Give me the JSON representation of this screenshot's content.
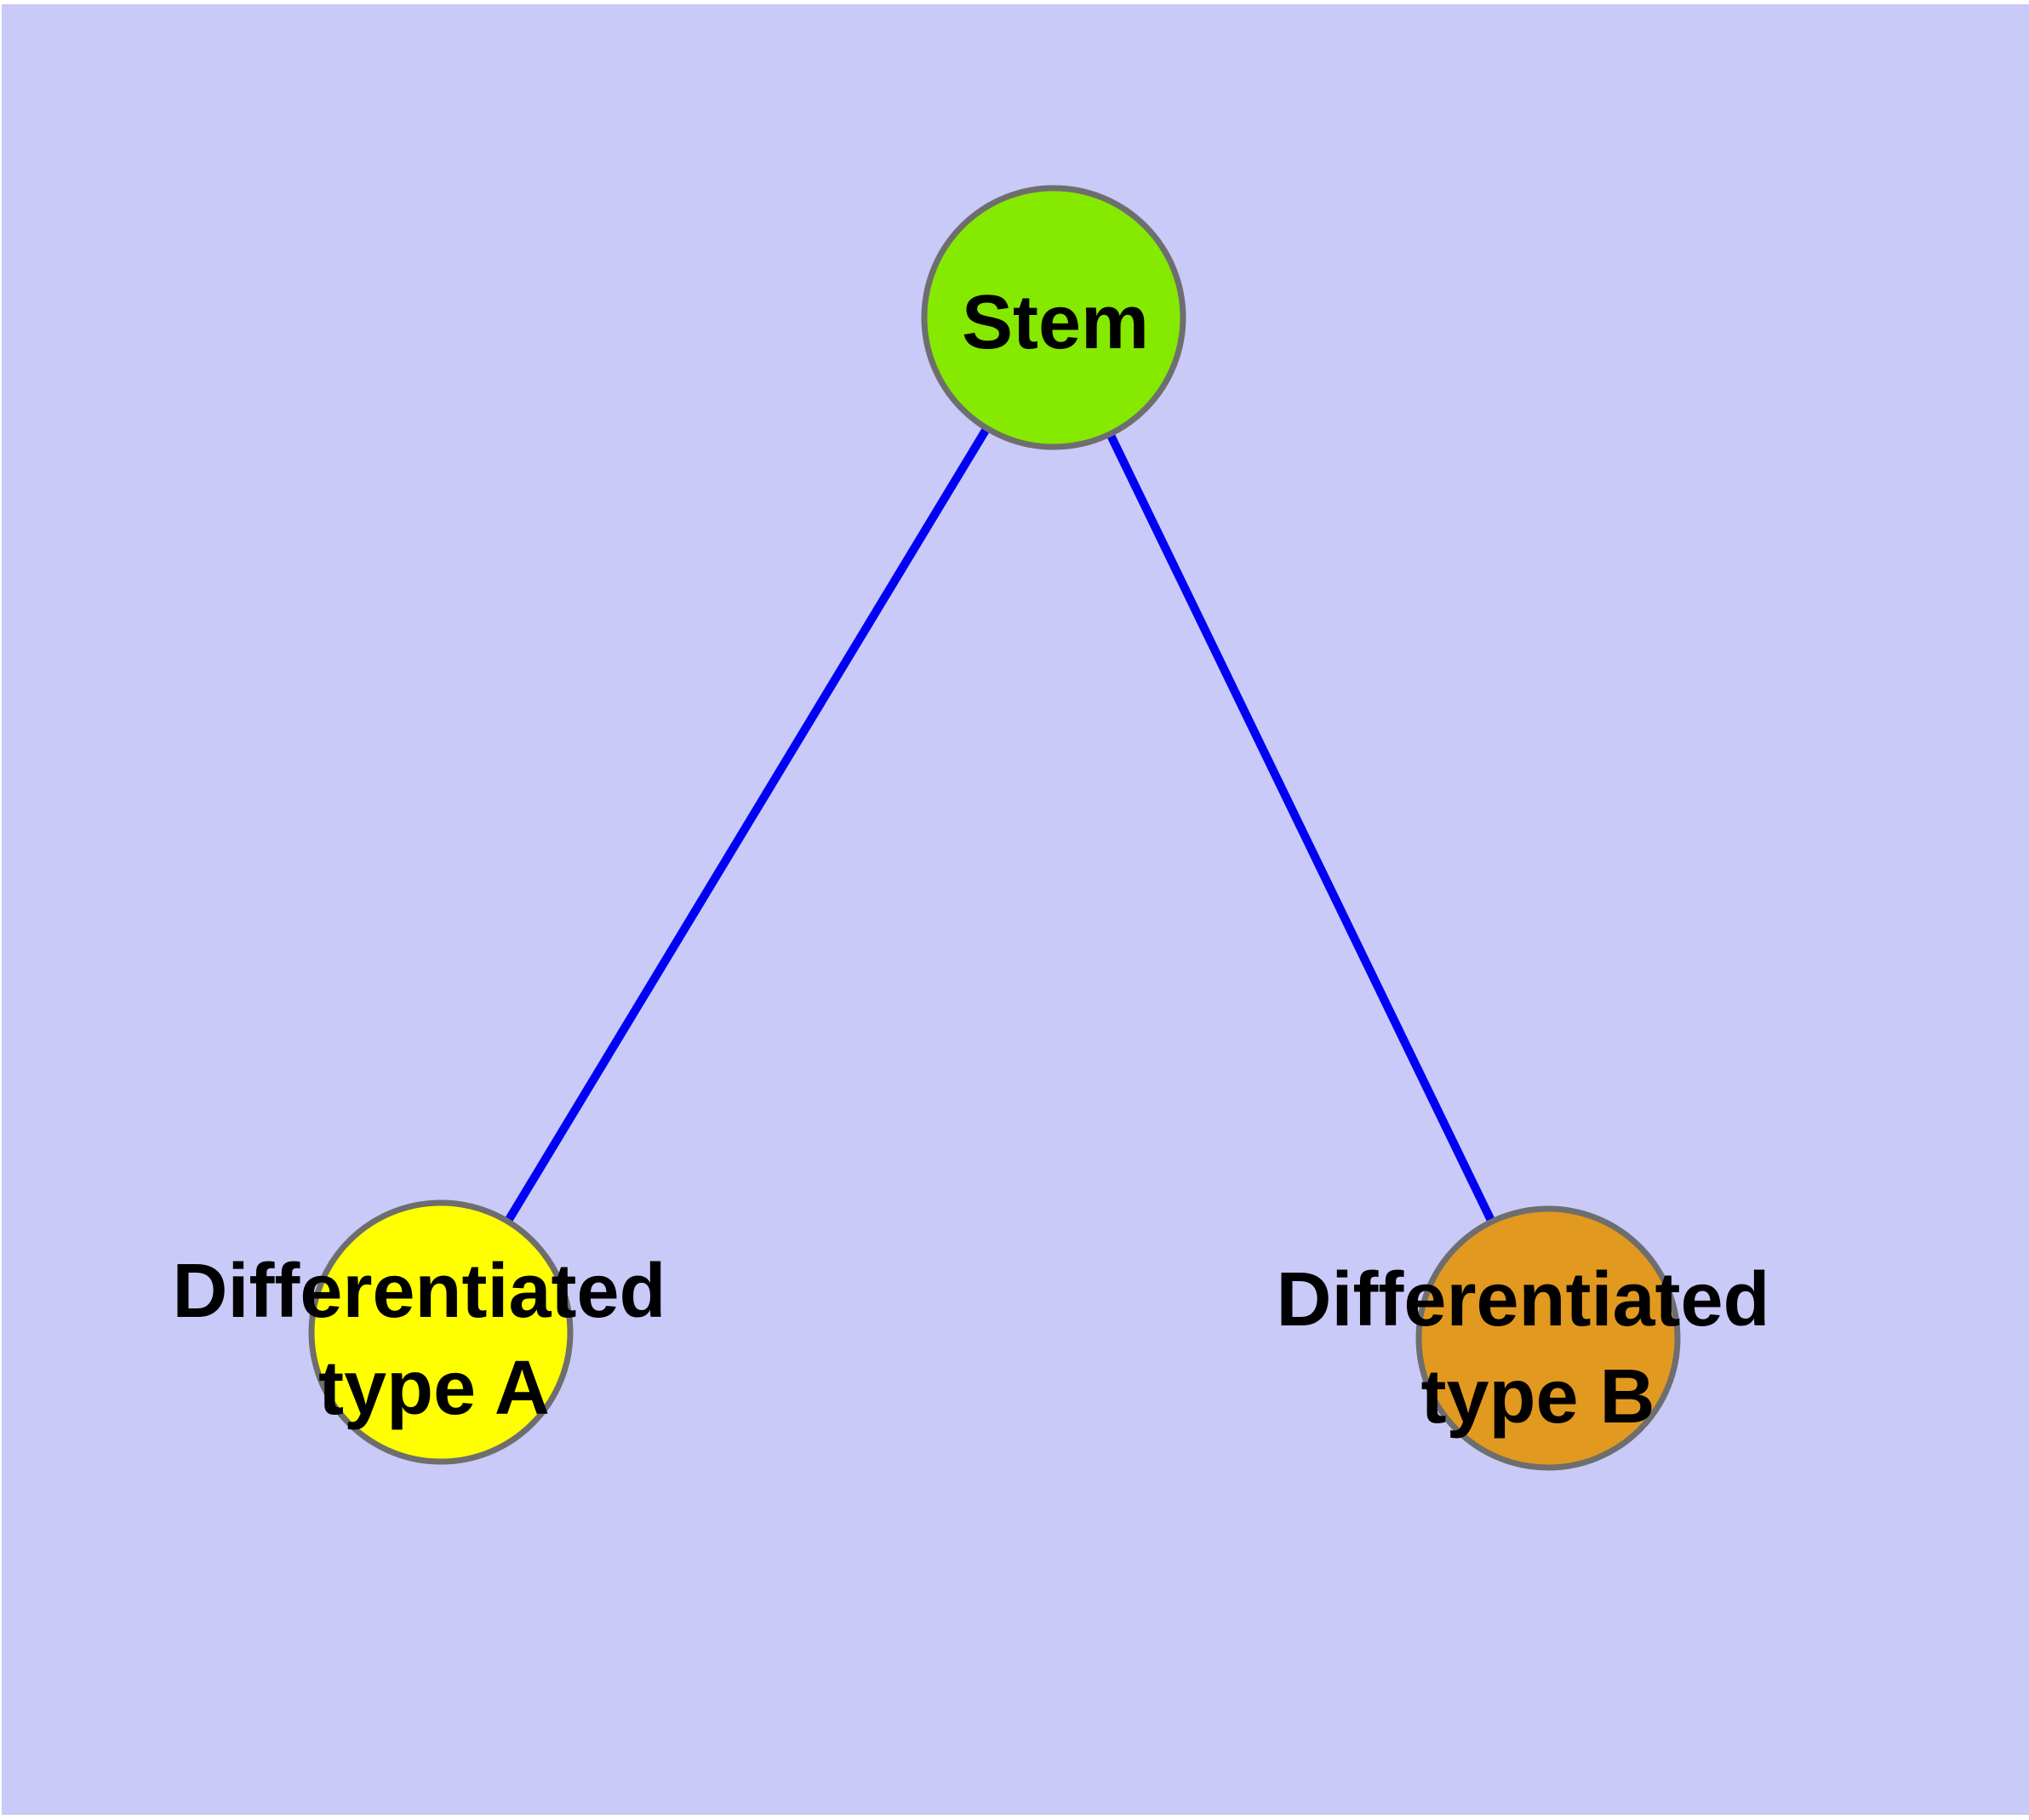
{
  "diagram": {
    "type": "graph",
    "background_color": "#CACAF8",
    "frame_color": "#FFFFFF",
    "edge_color": "#0000F5",
    "node_border_color": "#6E6E6E",
    "nodes": [
      {
        "id": "stem",
        "label": "Stem",
        "label_lines": [
          "Stem"
        ],
        "color": "#86E900"
      },
      {
        "id": "differentiated-type-a",
        "label": "Differentiated type A",
        "label_lines": [
          "Differentiated",
          "type A"
        ],
        "color": "#FFFF00"
      },
      {
        "id": "differentiated-type-b",
        "label": "Differentiated type B",
        "label_lines": [
          "Differentiated",
          "type B"
        ],
        "color": "#E2991F"
      }
    ],
    "edges": [
      {
        "from": "stem",
        "to": "differentiated-type-a"
      },
      {
        "from": "stem",
        "to": "differentiated-type-b"
      }
    ]
  }
}
